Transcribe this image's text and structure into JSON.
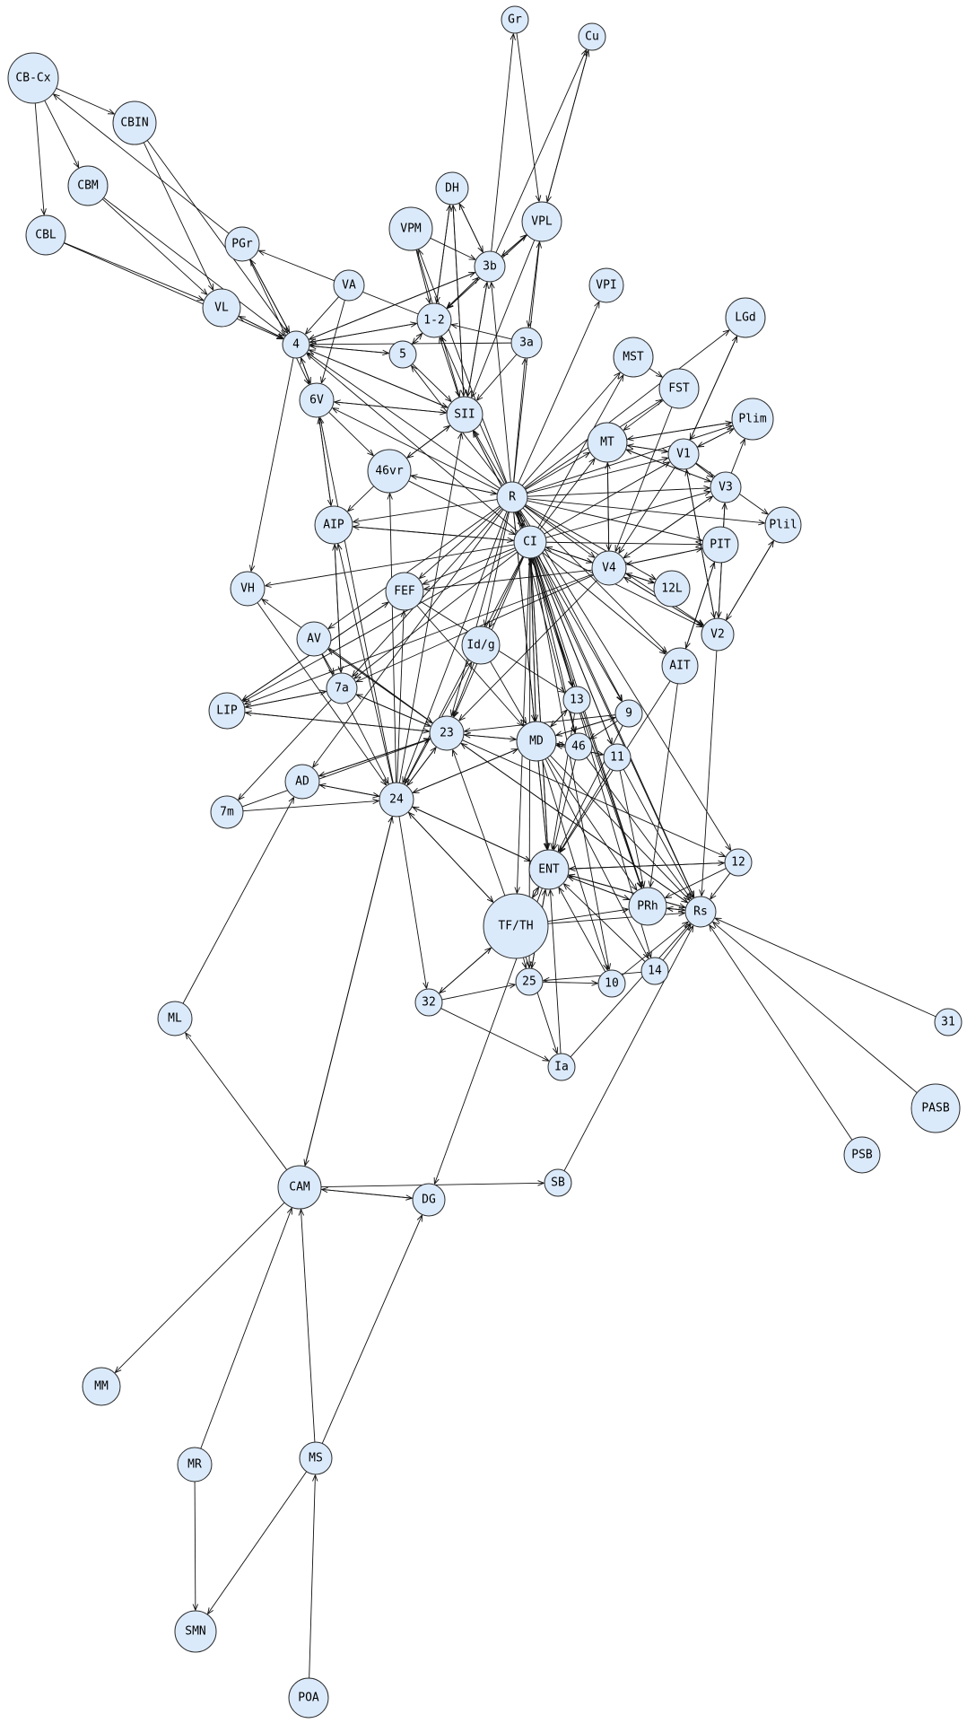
{
  "graph": {
    "node_fill": "#dbeafb",
    "node_stroke": "#2a2a2a",
    "edge_color": "#111111",
    "nodes": [
      {
        "id": "Gr",
        "label": "Gr"
      },
      {
        "id": "Cu",
        "label": "Cu"
      },
      {
        "id": "CB-Cx",
        "label": "CB-Cx"
      },
      {
        "id": "CBIN",
        "label": "CBIN"
      },
      {
        "id": "CBM",
        "label": "CBM"
      },
      {
        "id": "CBL",
        "label": "CBL"
      },
      {
        "id": "DH",
        "label": "DH"
      },
      {
        "id": "VPM",
        "label": "VPM"
      },
      {
        "id": "VPL",
        "label": "VPL"
      },
      {
        "id": "PGr",
        "label": "PGr"
      },
      {
        "id": "3b",
        "label": "3b"
      },
      {
        "id": "VA",
        "label": "VA"
      },
      {
        "id": "VPI",
        "label": "VPI"
      },
      {
        "id": "VL",
        "label": "VL"
      },
      {
        "id": "1-2",
        "label": "1-2"
      },
      {
        "id": "LGd",
        "label": "LGd"
      },
      {
        "id": "4",
        "label": "4"
      },
      {
        "id": "3a",
        "label": "3a"
      },
      {
        "id": "5",
        "label": "5"
      },
      {
        "id": "MST",
        "label": "MST"
      },
      {
        "id": "FST",
        "label": "FST"
      },
      {
        "id": "6V",
        "label": "6V"
      },
      {
        "id": "SII",
        "label": "SII"
      },
      {
        "id": "Plim",
        "label": "Plim"
      },
      {
        "id": "MT",
        "label": "MT"
      },
      {
        "id": "V1",
        "label": "V1"
      },
      {
        "id": "46vr",
        "label": "46vr"
      },
      {
        "id": "V3",
        "label": "V3"
      },
      {
        "id": "R",
        "label": "R"
      },
      {
        "id": "AIP",
        "label": "AIP"
      },
      {
        "id": "Plil",
        "label": "Plil"
      },
      {
        "id": "CI",
        "label": "CI"
      },
      {
        "id": "PIT",
        "label": "PIT"
      },
      {
        "id": "V4",
        "label": "V4"
      },
      {
        "id": "VH",
        "label": "VH"
      },
      {
        "id": "FEF",
        "label": "FEF"
      },
      {
        "id": "12L",
        "label": "12L"
      },
      {
        "id": "AV",
        "label": "AV"
      },
      {
        "id": "Id/g",
        "label": "Id/g"
      },
      {
        "id": "V2",
        "label": "V2"
      },
      {
        "id": "AIT",
        "label": "AIT"
      },
      {
        "id": "7a",
        "label": "7a"
      },
      {
        "id": "LIP",
        "label": "LIP"
      },
      {
        "id": "13",
        "label": "13"
      },
      {
        "id": "9",
        "label": "9"
      },
      {
        "id": "23",
        "label": "23"
      },
      {
        "id": "MD",
        "label": "MD"
      },
      {
        "id": "46",
        "label": "46"
      },
      {
        "id": "11",
        "label": "11"
      },
      {
        "id": "AD",
        "label": "AD"
      },
      {
        "id": "7m",
        "label": "7m"
      },
      {
        "id": "24",
        "label": "24"
      },
      {
        "id": "12",
        "label": "12"
      },
      {
        "id": "ENT",
        "label": "ENT"
      },
      {
        "id": "PRh",
        "label": "PRh"
      },
      {
        "id": "Rs",
        "label": "Rs"
      },
      {
        "id": "TF/TH",
        "label": "TF/TH"
      },
      {
        "id": "25",
        "label": "25"
      },
      {
        "id": "10",
        "label": "10"
      },
      {
        "id": "14",
        "label": "14"
      },
      {
        "id": "32",
        "label": "32"
      },
      {
        "id": "ML",
        "label": "ML"
      },
      {
        "id": "31",
        "label": "31"
      },
      {
        "id": "Ia",
        "label": "Ia"
      },
      {
        "id": "PASB",
        "label": "PASB"
      },
      {
        "id": "PSB",
        "label": "PSB"
      },
      {
        "id": "SB",
        "label": "SB"
      },
      {
        "id": "CAM",
        "label": "CAM"
      },
      {
        "id": "DG",
        "label": "DG"
      },
      {
        "id": "MM",
        "label": "MM"
      },
      {
        "id": "MR",
        "label": "MR"
      },
      {
        "id": "MS",
        "label": "MS"
      },
      {
        "id": "SMN",
        "label": "SMN"
      },
      {
        "id": "POA",
        "label": "POA"
      }
    ],
    "edges": [
      [
        "CB-Cx",
        "CBIN"
      ],
      [
        "CB-Cx",
        "CBM"
      ],
      [
        "CB-Cx",
        "CBL"
      ],
      [
        "PGr",
        "CB-Cx"
      ],
      [
        "CBIN",
        "VL"
      ],
      [
        "CBM",
        "VL"
      ],
      [
        "CBM",
        "4"
      ],
      [
        "CBL",
        "VL"
      ],
      [
        "CBL",
        "4"
      ],
      [
        "CBIN",
        "4"
      ],
      [
        "VL",
        "4"
      ],
      [
        "4",
        "VL"
      ],
      [
        "VA",
        "4"
      ],
      [
        "VA",
        "6V"
      ],
      [
        "PGr",
        "4"
      ],
      [
        "4",
        "PGr"
      ],
      [
        "PGr",
        "6V"
      ],
      [
        "1-2",
        "PGr"
      ],
      [
        "3b",
        "Gr"
      ],
      [
        "Gr",
        "VPL"
      ],
      [
        "Cu",
        "VPL"
      ],
      [
        "VPL",
        "Cu"
      ],
      [
        "3b",
        "Cu"
      ],
      [
        "DH",
        "1-2"
      ],
      [
        "DH",
        "3b"
      ],
      [
        "DH",
        "SII"
      ],
      [
        "3b",
        "DH"
      ],
      [
        "1-2",
        "DH"
      ],
      [
        "SII",
        "DH"
      ],
      [
        "VPM",
        "3b"
      ],
      [
        "VPM",
        "1-2"
      ],
      [
        "VPM",
        "SII"
      ],
      [
        "VPL",
        "3b"
      ],
      [
        "VPL",
        "3a"
      ],
      [
        "VPL",
        "1-2"
      ],
      [
        "VPL",
        "SII"
      ],
      [
        "3b",
        "VPL"
      ],
      [
        "3b",
        "1-2"
      ],
      [
        "1-2",
        "3b"
      ],
      [
        "3a",
        "1-2"
      ],
      [
        "3b",
        "4"
      ],
      [
        "4",
        "3b"
      ],
      [
        "1-2",
        "4"
      ],
      [
        "4",
        "1-2"
      ],
      [
        "3a",
        "4"
      ],
      [
        "5",
        "1-2"
      ],
      [
        "1-2",
        "5"
      ],
      [
        "5",
        "SII"
      ],
      [
        "4",
        "SII"
      ],
      [
        "SII",
        "4"
      ],
      [
        "4",
        "5"
      ],
      [
        "5",
        "4"
      ],
      [
        "3b",
        "SII"
      ],
      [
        "SII",
        "3b"
      ],
      [
        "3a",
        "SII"
      ],
      [
        "SII",
        "1-2"
      ],
      [
        "4",
        "VH"
      ],
      [
        "4",
        "6V"
      ],
      [
        "6V",
        "4"
      ],
      [
        "6V",
        "SII"
      ],
      [
        "SII",
        "6V"
      ],
      [
        "6V",
        "AIP"
      ],
      [
        "AIP",
        "6V"
      ],
      [
        "6V",
        "46vr"
      ],
      [
        "46vr",
        "SII"
      ],
      [
        "SII",
        "46vr"
      ],
      [
        "46vr",
        "R"
      ],
      [
        "R",
        "46vr"
      ],
      [
        "46vr",
        "CI"
      ],
      [
        "46vr",
        "AIP"
      ],
      [
        "R",
        "4"
      ],
      [
        "R",
        "6V"
      ],
      [
        "R",
        "SII"
      ],
      [
        "R",
        "3b"
      ],
      [
        "R",
        "1-2"
      ],
      [
        "R",
        "3a"
      ],
      [
        "R",
        "5"
      ],
      [
        "R",
        "VPI"
      ],
      [
        "R",
        "LGd"
      ],
      [
        "R",
        "MST"
      ],
      [
        "R",
        "FST"
      ],
      [
        "R",
        "MT"
      ],
      [
        "R",
        "Plim"
      ],
      [
        "R",
        "V1"
      ],
      [
        "R",
        "V3"
      ],
      [
        "R",
        "Plil"
      ],
      [
        "R",
        "PIT"
      ],
      [
        "R",
        "V4"
      ],
      [
        "R",
        "12L"
      ],
      [
        "R",
        "V2"
      ],
      [
        "R",
        "AIT"
      ],
      [
        "R",
        "AIP"
      ],
      [
        "R",
        "FEF"
      ],
      [
        "R",
        "Id/g"
      ],
      [
        "R",
        "AV"
      ],
      [
        "R",
        "7a"
      ],
      [
        "R",
        "23"
      ],
      [
        "R",
        "24"
      ],
      [
        "R",
        "13"
      ],
      [
        "R",
        "9"
      ],
      [
        "R",
        "46"
      ],
      [
        "R",
        "11"
      ],
      [
        "R",
        "MD"
      ],
      [
        "R",
        "AD"
      ],
      [
        "R",
        "ENT"
      ],
      [
        "R",
        "PRh"
      ],
      [
        "R",
        "Rs"
      ],
      [
        "R",
        "12"
      ],
      [
        "R",
        "VPM"
      ],
      [
        "R",
        "VPL"
      ],
      [
        "R",
        "CI"
      ],
      [
        "CI",
        "R"
      ],
      [
        "CI",
        "AIP"
      ],
      [
        "AIP",
        "CI"
      ],
      [
        "CI",
        "FEF"
      ],
      [
        "CI",
        "V4"
      ],
      [
        "V4",
        "CI"
      ],
      [
        "CI",
        "PIT"
      ],
      [
        "CI",
        "V3"
      ],
      [
        "CI",
        "V1"
      ],
      [
        "CI",
        "MT"
      ],
      [
        "CI",
        "MST"
      ],
      [
        "CI",
        "12L"
      ],
      [
        "CI",
        "V2"
      ],
      [
        "CI",
        "AIT"
      ],
      [
        "CI",
        "Id/g"
      ],
      [
        "CI",
        "LIP"
      ],
      [
        "CI",
        "7a"
      ],
      [
        "CI",
        "23"
      ],
      [
        "CI",
        "24"
      ],
      [
        "CI",
        "MD"
      ],
      [
        "MD",
        "CI"
      ],
      [
        "CI",
        "ENT"
      ],
      [
        "ENT",
        "CI"
      ],
      [
        "CI",
        "TF/TH"
      ],
      [
        "CI",
        "13"
      ],
      [
        "CI",
        "9"
      ],
      [
        "CI",
        "11"
      ],
      [
        "CI",
        "46"
      ],
      [
        "CI",
        "PRh"
      ],
      [
        "CI",
        "Rs"
      ],
      [
        "CI",
        "25"
      ],
      [
        "CI",
        "10"
      ],
      [
        "CI",
        "14"
      ],
      [
        "CI",
        "VH"
      ],
      [
        "CI",
        "SII"
      ],
      [
        "SII",
        "CI"
      ],
      [
        "CI",
        "4"
      ],
      [
        "MT",
        "V1"
      ],
      [
        "V1",
        "MT"
      ],
      [
        "MT",
        "V3"
      ],
      [
        "V3",
        "MT"
      ],
      [
        "MT",
        "Plim"
      ],
      [
        "Plim",
        "MT"
      ],
      [
        "MST",
        "FST"
      ],
      [
        "FST",
        "MT"
      ],
      [
        "MT",
        "V4"
      ],
      [
        "V4",
        "MT"
      ],
      [
        "FST",
        "V4"
      ],
      [
        "V1",
        "V3"
      ],
      [
        "V1",
        "V2"
      ],
      [
        "V2",
        "V1"
      ],
      [
        "V1",
        "V4"
      ],
      [
        "V1",
        "Plim"
      ],
      [
        "Plim",
        "V1"
      ],
      [
        "V1",
        "Plil"
      ],
      [
        "V1",
        "LGd"
      ],
      [
        "LGd",
        "V1"
      ],
      [
        "V3",
        "V4"
      ],
      [
        "V4",
        "V3"
      ],
      [
        "V3",
        "V2"
      ],
      [
        "V2",
        "V3"
      ],
      [
        "V3",
        "Plim"
      ],
      [
        "Plil",
        "V2"
      ],
      [
        "V2",
        "Plil"
      ],
      [
        "V2",
        "V4"
      ],
      [
        "V4",
        "V2"
      ],
      [
        "V2",
        "Rs"
      ],
      [
        "V4",
        "PIT"
      ],
      [
        "PIT",
        "V4"
      ],
      [
        "V4",
        "12L"
      ],
      [
        "PIT",
        "AIT"
      ],
      [
        "AIT",
        "PIT"
      ],
      [
        "V4",
        "7a"
      ],
      [
        "V4",
        "FEF"
      ],
      [
        "V4",
        "23"
      ],
      [
        "V4",
        "LIP"
      ],
      [
        "AIT",
        "ENT"
      ],
      [
        "AIT",
        "PRh"
      ],
      [
        "12L",
        "V4"
      ],
      [
        "AIP",
        "7a"
      ],
      [
        "7a",
        "AIP"
      ],
      [
        "FEF",
        "LIP"
      ],
      [
        "LIP",
        "FEF"
      ],
      [
        "7a",
        "LIP"
      ],
      [
        "LIP",
        "7a"
      ],
      [
        "7a",
        "23"
      ],
      [
        "23",
        "7a"
      ],
      [
        "LIP",
        "23"
      ],
      [
        "23",
        "LIP"
      ],
      [
        "7a",
        "7m"
      ],
      [
        "7m",
        "24"
      ],
      [
        "7m",
        "23"
      ],
      [
        "VH",
        "24"
      ],
      [
        "23",
        "VH"
      ],
      [
        "AV",
        "24"
      ],
      [
        "AV",
        "23"
      ],
      [
        "AV",
        "7a"
      ],
      [
        "23",
        "AV"
      ],
      [
        "AD",
        "24"
      ],
      [
        "24",
        "AD"
      ],
      [
        "AD",
        "23"
      ],
      [
        "23",
        "AD"
      ],
      [
        "23",
        "24"
      ],
      [
        "24",
        "23"
      ],
      [
        "23",
        "MD"
      ],
      [
        "MD",
        "23"
      ],
      [
        "23",
        "12"
      ],
      [
        "23",
        "Rs"
      ],
      [
        "Rs",
        "23"
      ],
      [
        "24",
        "MD"
      ],
      [
        "MD",
        "24"
      ],
      [
        "24",
        "ENT"
      ],
      [
        "ENT",
        "24"
      ],
      [
        "24",
        "TF/TH"
      ],
      [
        "24",
        "32"
      ],
      [
        "24",
        "CAM"
      ],
      [
        "CAM",
        "24"
      ],
      [
        "24",
        "FEF"
      ],
      [
        "24",
        "AIP"
      ],
      [
        "24",
        "46vr"
      ],
      [
        "24",
        "Id/g"
      ],
      [
        "24",
        "SII"
      ],
      [
        "24",
        "6V"
      ],
      [
        "Id/g",
        "MD"
      ],
      [
        "Id/g",
        "23"
      ],
      [
        "FEF",
        "MD"
      ],
      [
        "FEF",
        "13"
      ],
      [
        "MD",
        "13"
      ],
      [
        "13",
        "MD"
      ],
      [
        "MD",
        "9"
      ],
      [
        "9",
        "MD"
      ],
      [
        "MD",
        "46"
      ],
      [
        "46",
        "MD"
      ],
      [
        "MD",
        "11"
      ],
      [
        "11",
        "MD"
      ],
      [
        "MD",
        "ENT"
      ],
      [
        "MD",
        "PRh"
      ],
      [
        "MD",
        "10"
      ],
      [
        "MD",
        "14"
      ],
      [
        "MD",
        "Rs"
      ],
      [
        "13",
        "ENT"
      ],
      [
        "13",
        "PRh"
      ],
      [
        "9",
        "23"
      ],
      [
        "9",
        "ENT"
      ],
      [
        "46",
        "ENT"
      ],
      [
        "11",
        "ENT"
      ],
      [
        "11",
        "Rs"
      ],
      [
        "46",
        "Rs"
      ],
      [
        "11",
        "PRh"
      ],
      [
        "9",
        "46"
      ],
      [
        "12",
        "ENT"
      ],
      [
        "ENT",
        "12"
      ],
      [
        "12",
        "PRh"
      ],
      [
        "12",
        "Rs"
      ],
      [
        "PRh",
        "ENT"
      ],
      [
        "ENT",
        "PRh"
      ],
      [
        "PRh",
        "Rs"
      ],
      [
        "Rs",
        "PRh"
      ],
      [
        "Rs",
        "ENT"
      ],
      [
        "ENT",
        "Rs"
      ],
      [
        "ENT",
        "TF/TH"
      ],
      [
        "TF/TH",
        "ENT"
      ],
      [
        "TF/TH",
        "Rs"
      ],
      [
        "TF/TH",
        "PRh"
      ],
      [
        "TF/TH",
        "23"
      ],
      [
        "TF/TH",
        "24"
      ],
      [
        "TF/TH",
        "25"
      ],
      [
        "25",
        "ENT"
      ],
      [
        "ENT",
        "25"
      ],
      [
        "TF/TH",
        "32"
      ],
      [
        "32",
        "TF/TH"
      ],
      [
        "32",
        "25"
      ],
      [
        "32",
        "Ia"
      ],
      [
        "Ia",
        "ENT"
      ],
      [
        "TF/TH",
        "Ia"
      ],
      [
        "25",
        "10"
      ],
      [
        "14",
        "25"
      ],
      [
        "10",
        "ENT"
      ],
      [
        "14",
        "ENT"
      ],
      [
        "14",
        "Rs"
      ],
      [
        "10",
        "Rs"
      ],
      [
        "Ia",
        "Rs"
      ],
      [
        "ENT",
        "DG"
      ],
      [
        "31",
        "Rs"
      ],
      [
        "PASB",
        "Rs"
      ],
      [
        "PSB",
        "Rs"
      ],
      [
        "SB",
        "Rs"
      ],
      [
        "CAM",
        "ML"
      ],
      [
        "ML",
        "AD"
      ],
      [
        "CAM",
        "SB"
      ],
      [
        "CAM",
        "DG"
      ],
      [
        "DG",
        "CAM"
      ],
      [
        "CAM",
        "MM"
      ],
      [
        "MR",
        "CAM"
      ],
      [
        "MR",
        "SMN"
      ],
      [
        "MS",
        "CAM"
      ],
      [
        "MS",
        "DG"
      ],
      [
        "MS",
        "SMN"
      ],
      [
        "POA",
        "MS"
      ]
    ]
  }
}
